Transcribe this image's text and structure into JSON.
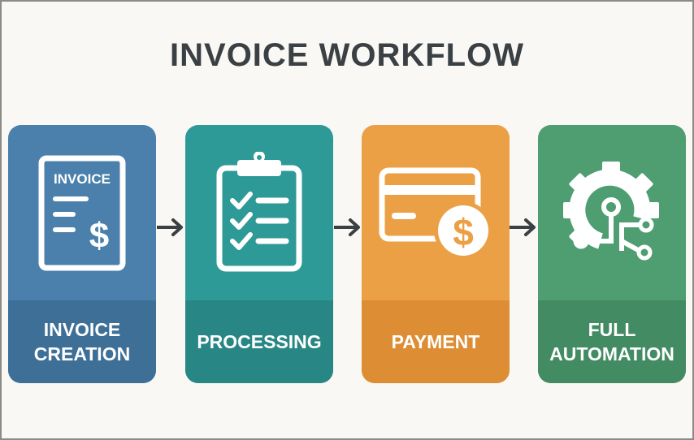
{
  "title": "INVOICE WORKFLOW",
  "steps": [
    {
      "label_line1": "INVOICE",
      "label_line2": "CREATION",
      "icon": "invoice-document-icon",
      "icon_text": "INVOICE",
      "icon_symbol": "$",
      "color_top": "#4a80ab",
      "color_bottom": "#3e6f97"
    },
    {
      "label_line1": "PROCESSING",
      "label_line2": "",
      "icon": "clipboard-checklist-icon",
      "color_top": "#2e9a97",
      "color_bottom": "#288784"
    },
    {
      "label_line1": "PAYMENT",
      "label_line2": "",
      "icon": "credit-card-dollar-icon",
      "icon_symbol": "$",
      "color_top": "#eba045",
      "color_bottom": "#dd8e35"
    },
    {
      "label_line1": "FULL",
      "label_line2": "AUTOMATION",
      "icon": "gear-circuit-icon",
      "color_top": "#4e9e72",
      "color_bottom": "#438b63"
    }
  ],
  "arrow_color": "#3a4043",
  "text_color": "#3a4043",
  "background_color": "#faf8f4"
}
